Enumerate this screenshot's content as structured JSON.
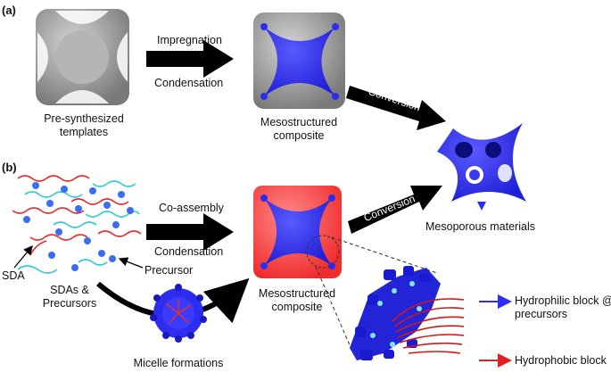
{
  "panels": {
    "a": "(a)",
    "b": "(b)"
  },
  "labels": {
    "pre_synth_1": "Pre-synthesized",
    "pre_synth_2": "templates",
    "impregnation": "Impregnation",
    "condensation_a": "Condensation",
    "meso_a_1": "Mesostructured",
    "meso_a_2": "composite",
    "conversion_a": "Conversion",
    "mesoporous": "Mesoporous materials",
    "coassembly": "Co-assembly",
    "condensation_b": "Condensation",
    "conversion_b": "Conversion",
    "sda": "SDA",
    "precursor": "Precursor",
    "sdas_1": "SDAs &",
    "sdas_2": "Precursors",
    "meso_b_1": "Mesostructured",
    "meso_b_2": "composite",
    "micelle": "Micelle formations",
    "hydrophilic_1": "Hydrophilic block @",
    "hydrophilic_2": "precursors",
    "hydrophobic": "Hydrophobic block"
  },
  "colors": {
    "blue": "#2d2df0",
    "red": "#f03a3a",
    "gray": "#8e8e8e",
    "cyan": "#35c8d8",
    "black": "#000000"
  }
}
